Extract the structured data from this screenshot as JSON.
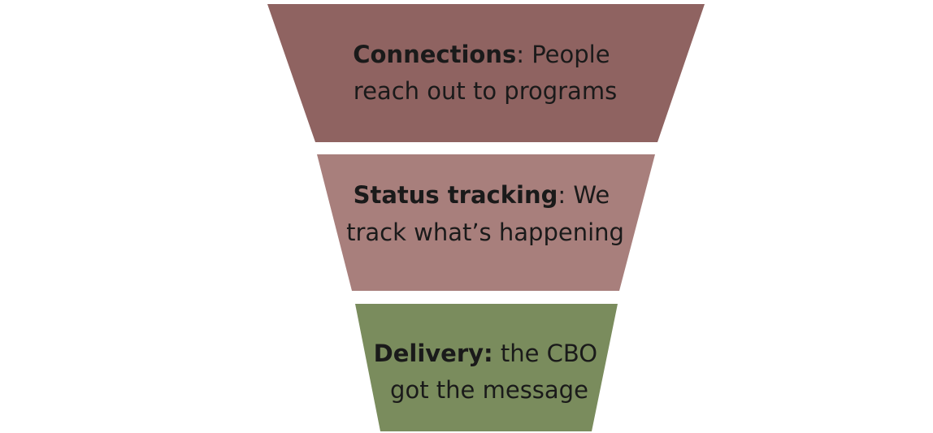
{
  "funnel": {
    "stages": [
      {
        "color": "#8f6361",
        "lines": [
          [
            {
              "text": "Connections",
              "bold": true
            },
            {
              "text": ": People",
              "bold": false
            }
          ],
          [
            {
              "text": "reach out to programs",
              "bold": false
            }
          ]
        ]
      },
      {
        "color": "#a87f7c",
        "lines": [
          [
            {
              "text": "Status tracking",
              "bold": true
            },
            {
              "text": ": We",
              "bold": false
            }
          ],
          [
            {
              "text": "track what’s happening",
              "bold": false
            }
          ]
        ]
      },
      {
        "color": "#7a8c5d",
        "lines": [
          [
            {
              "text": "Delivery:",
              "bold": true
            },
            {
              "text": " the CBO",
              "bold": false
            }
          ],
          [
            {
              "text": "got the message",
              "bold": false
            }
          ]
        ]
      }
    ]
  }
}
